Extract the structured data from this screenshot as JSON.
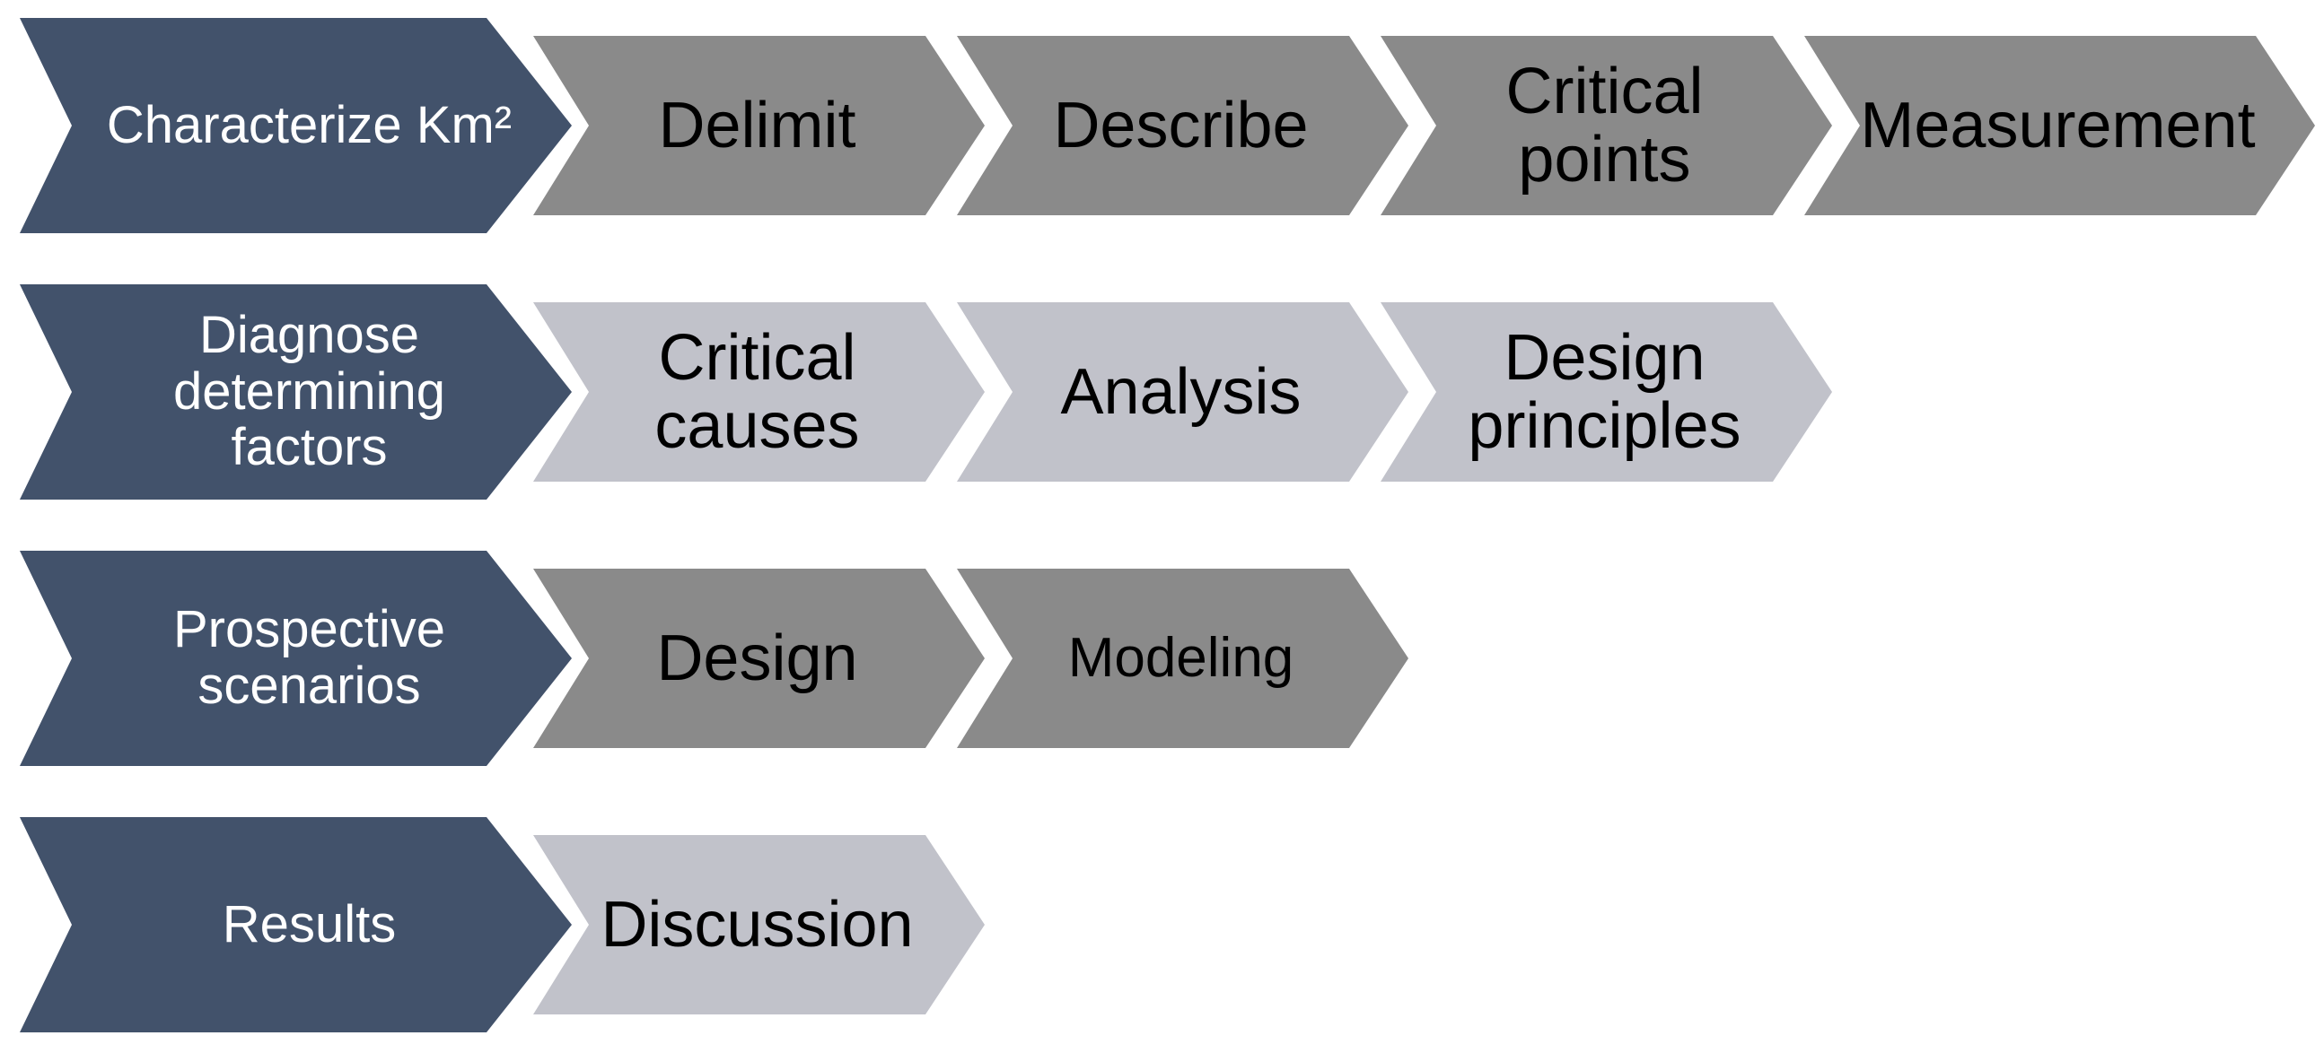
{
  "diagram": {
    "background": "#FFFFFF",
    "colors": {
      "stage_blue": "#42526B",
      "step_gray_medium": "#8A8A8A",
      "step_gray_light": "#C1C2CA",
      "text_on_stage": "#FFFFFF",
      "text_on_step": "#000000"
    },
    "rows": [
      {
        "stage": {
          "label": "Characterize Km²"
        },
        "steps": [
          {
            "label": "Delimit",
            "tone": "medium"
          },
          {
            "label": "Describe",
            "tone": "medium"
          },
          {
            "label": "Critical\npoints",
            "tone": "medium"
          },
          {
            "label": "Measurement",
            "tone": "medium"
          }
        ]
      },
      {
        "stage": {
          "label": "Diagnose\ndetermining\nfactors"
        },
        "steps": [
          {
            "label": "Critical\ncauses",
            "tone": "light"
          },
          {
            "label": "Analysis",
            "tone": "light"
          },
          {
            "label": "Design\nprinciples",
            "tone": "light"
          }
        ]
      },
      {
        "stage": {
          "label": "Prospective\nscenarios"
        },
        "steps": [
          {
            "label": "Design",
            "tone": "medium"
          },
          {
            "label": "Modeling",
            "tone": "medium"
          }
        ]
      },
      {
        "stage": {
          "label": "Results"
        },
        "steps": [
          {
            "label": "Discussion",
            "tone": "light"
          }
        ]
      }
    ]
  }
}
